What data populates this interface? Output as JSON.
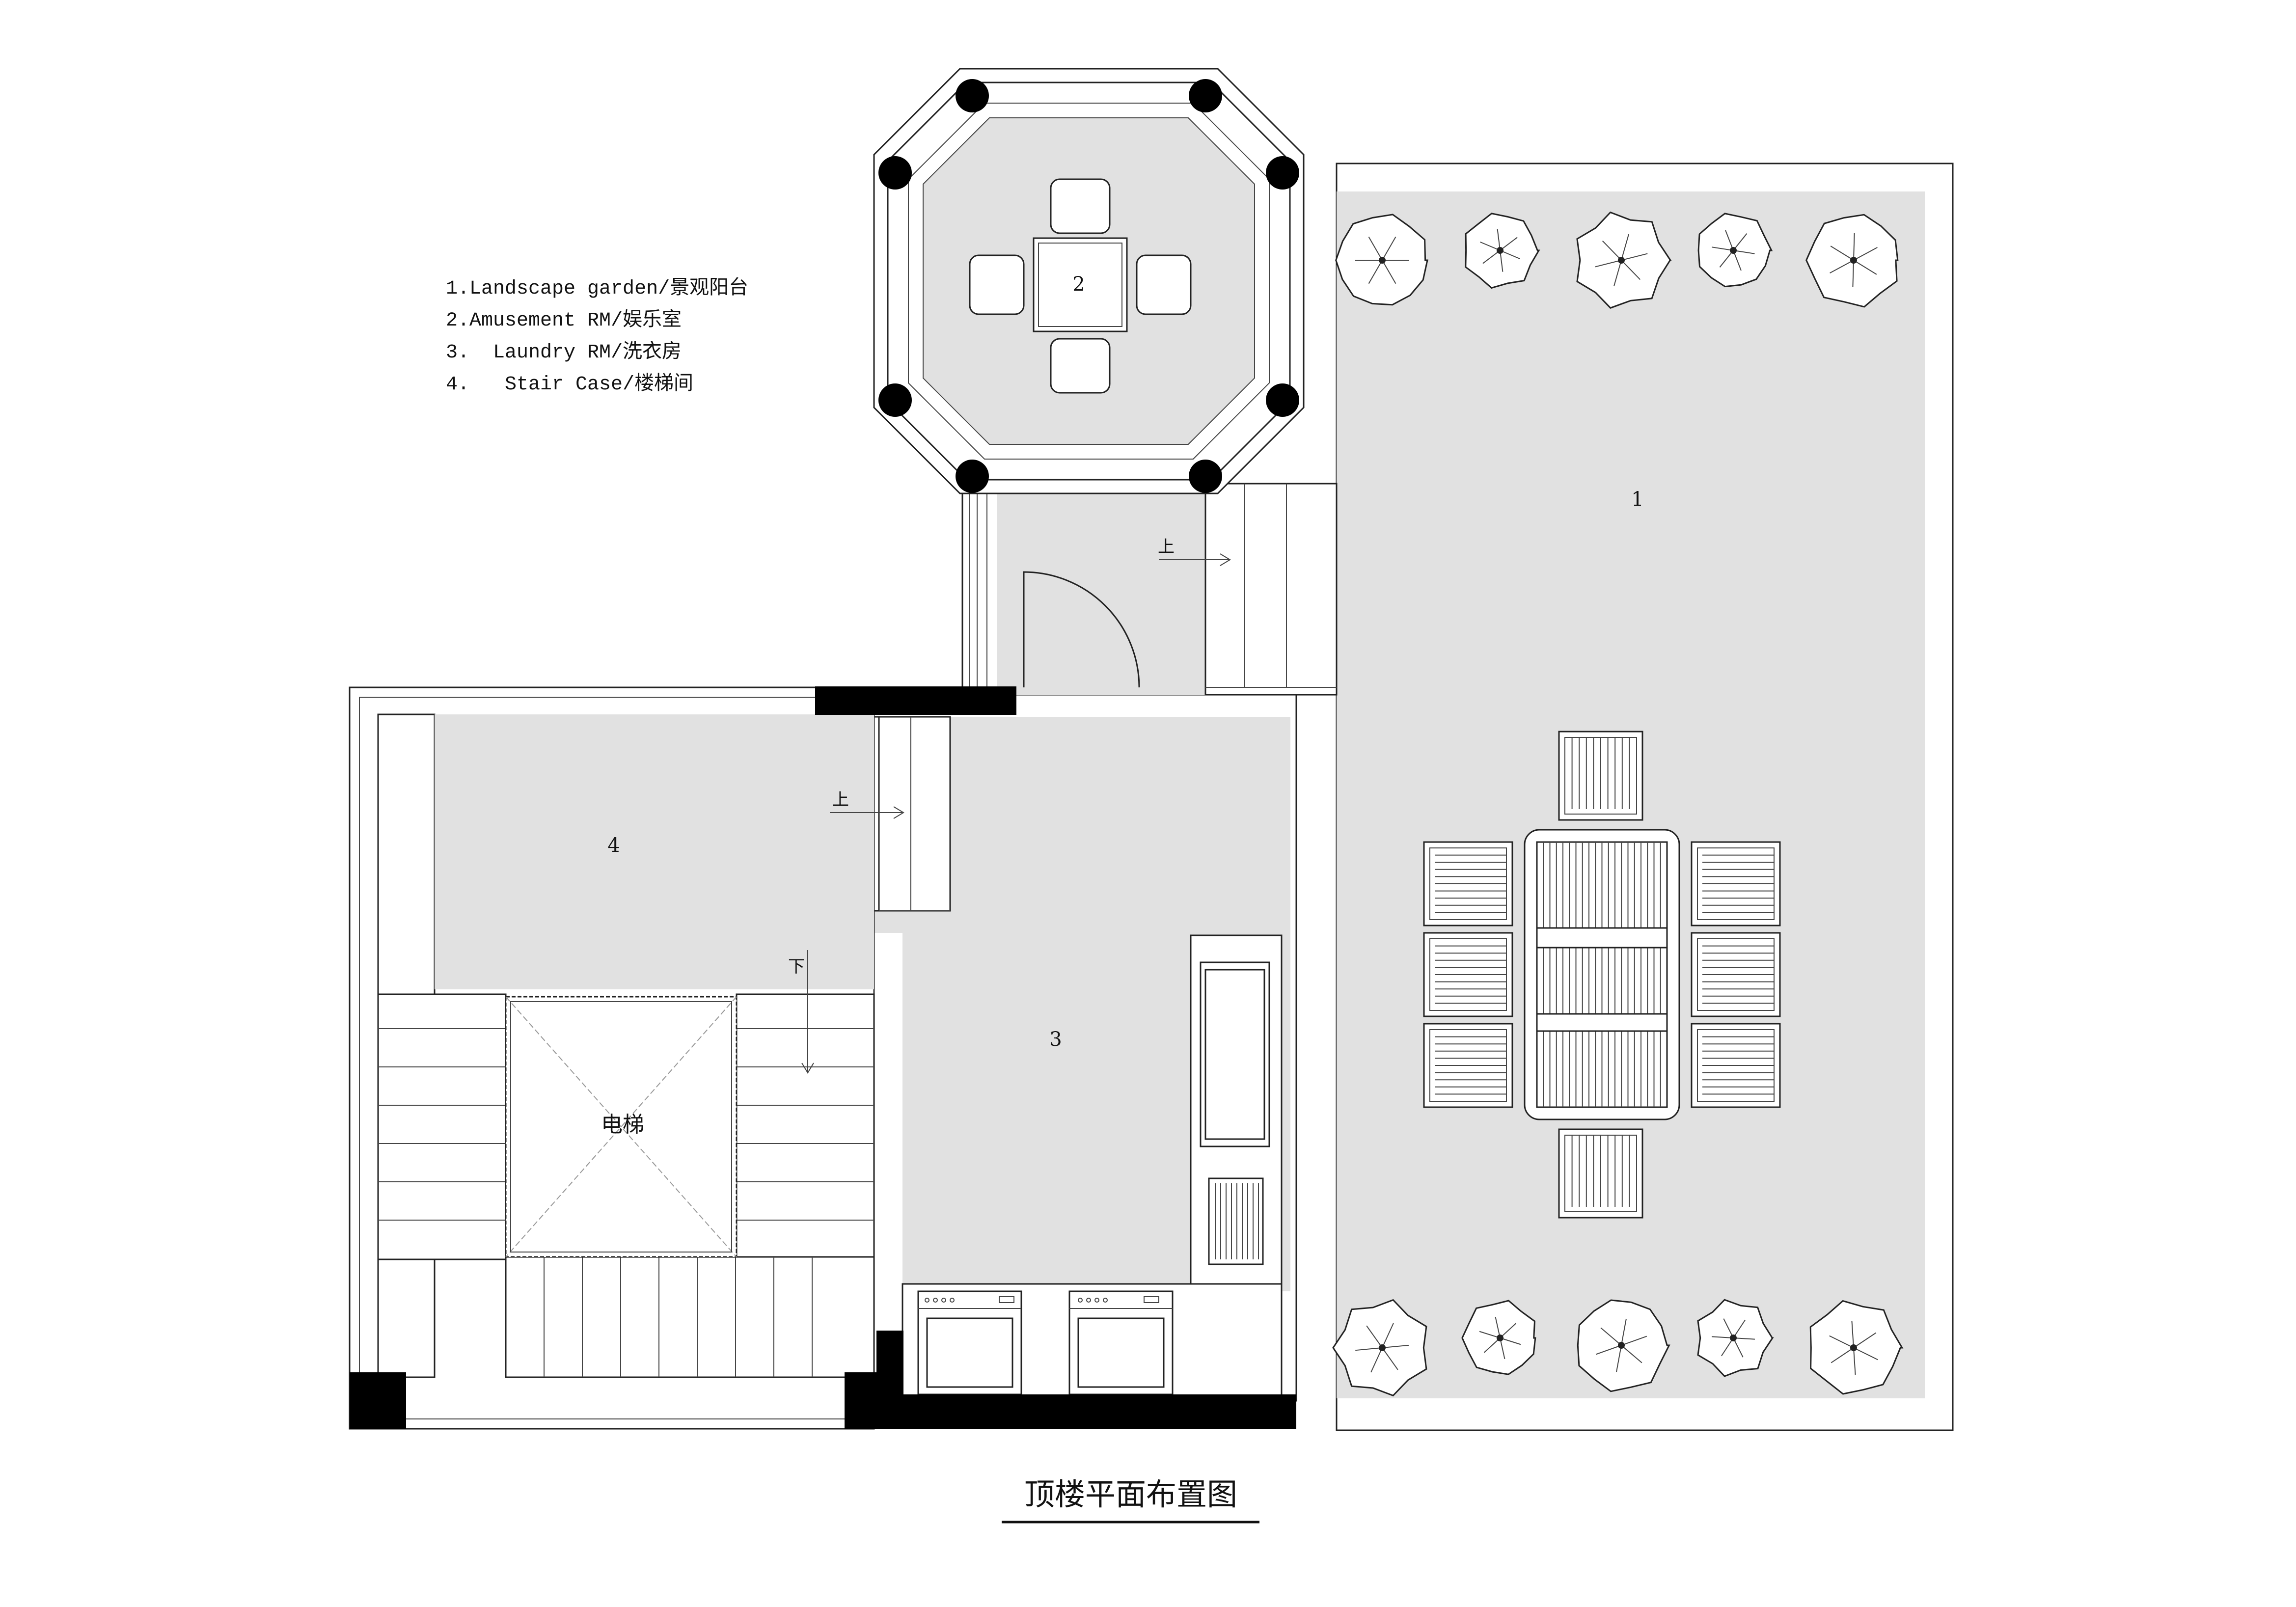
{
  "legend": {
    "items": [
      "1.Landscape garden/景观阳台",
      "2.Amusement RM/娱乐室",
      "3.  Laundry RM/洗衣房",
      "4.   Stair Case/楼梯间"
    ]
  },
  "rooms": {
    "r1": "1",
    "r2": "2",
    "r3": "3",
    "r4": "4",
    "elevator": "电梯"
  },
  "arrows": {
    "up_a": "上",
    "up_b": "上",
    "down": "下"
  },
  "title": "顶楼平面布置图"
}
